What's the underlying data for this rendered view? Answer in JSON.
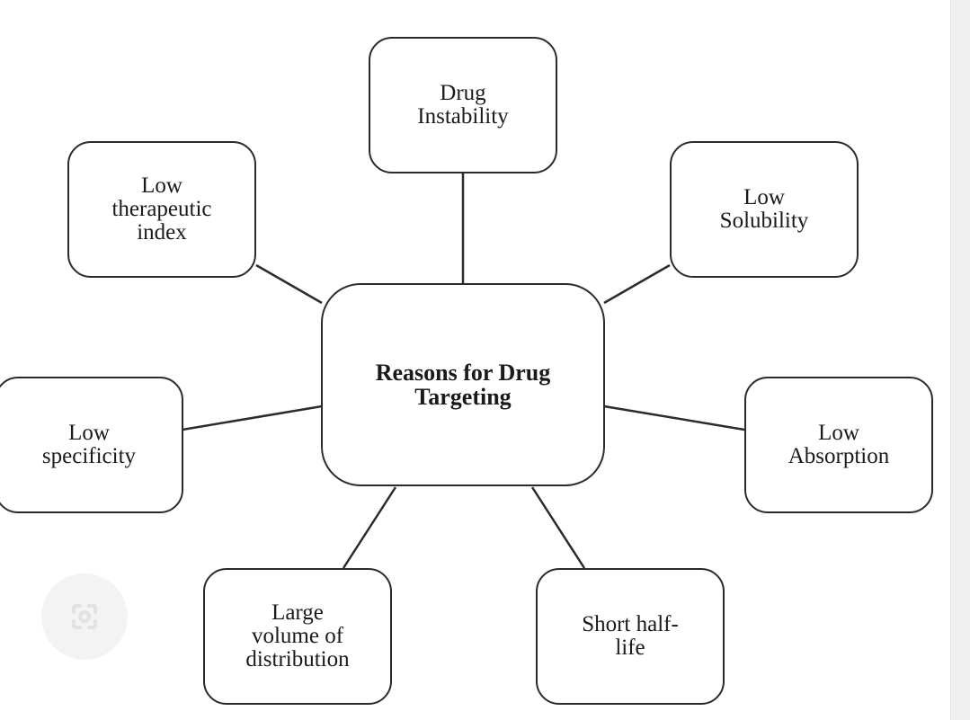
{
  "diagram": {
    "center": "Reasons for Drug\nTargeting",
    "nodes": {
      "drug_instability": "Drug\nInstability",
      "low_solubility": "Low\nSolubility",
      "low_absorption": "Low\nAbsorption",
      "short_half_life": "Short half-\nlife",
      "large_volume": "Large\nvolume of\ndistribution",
      "low_specificity": "Low\nspecificity",
      "low_therapeutic_index": "Low\ntherapeutic\nindex"
    }
  },
  "colors": {
    "stroke": "#2b2b2b",
    "text": "#1a1a1a",
    "lens_button": "#f3f3f3"
  },
  "icons": {
    "lens": "lens-icon"
  }
}
